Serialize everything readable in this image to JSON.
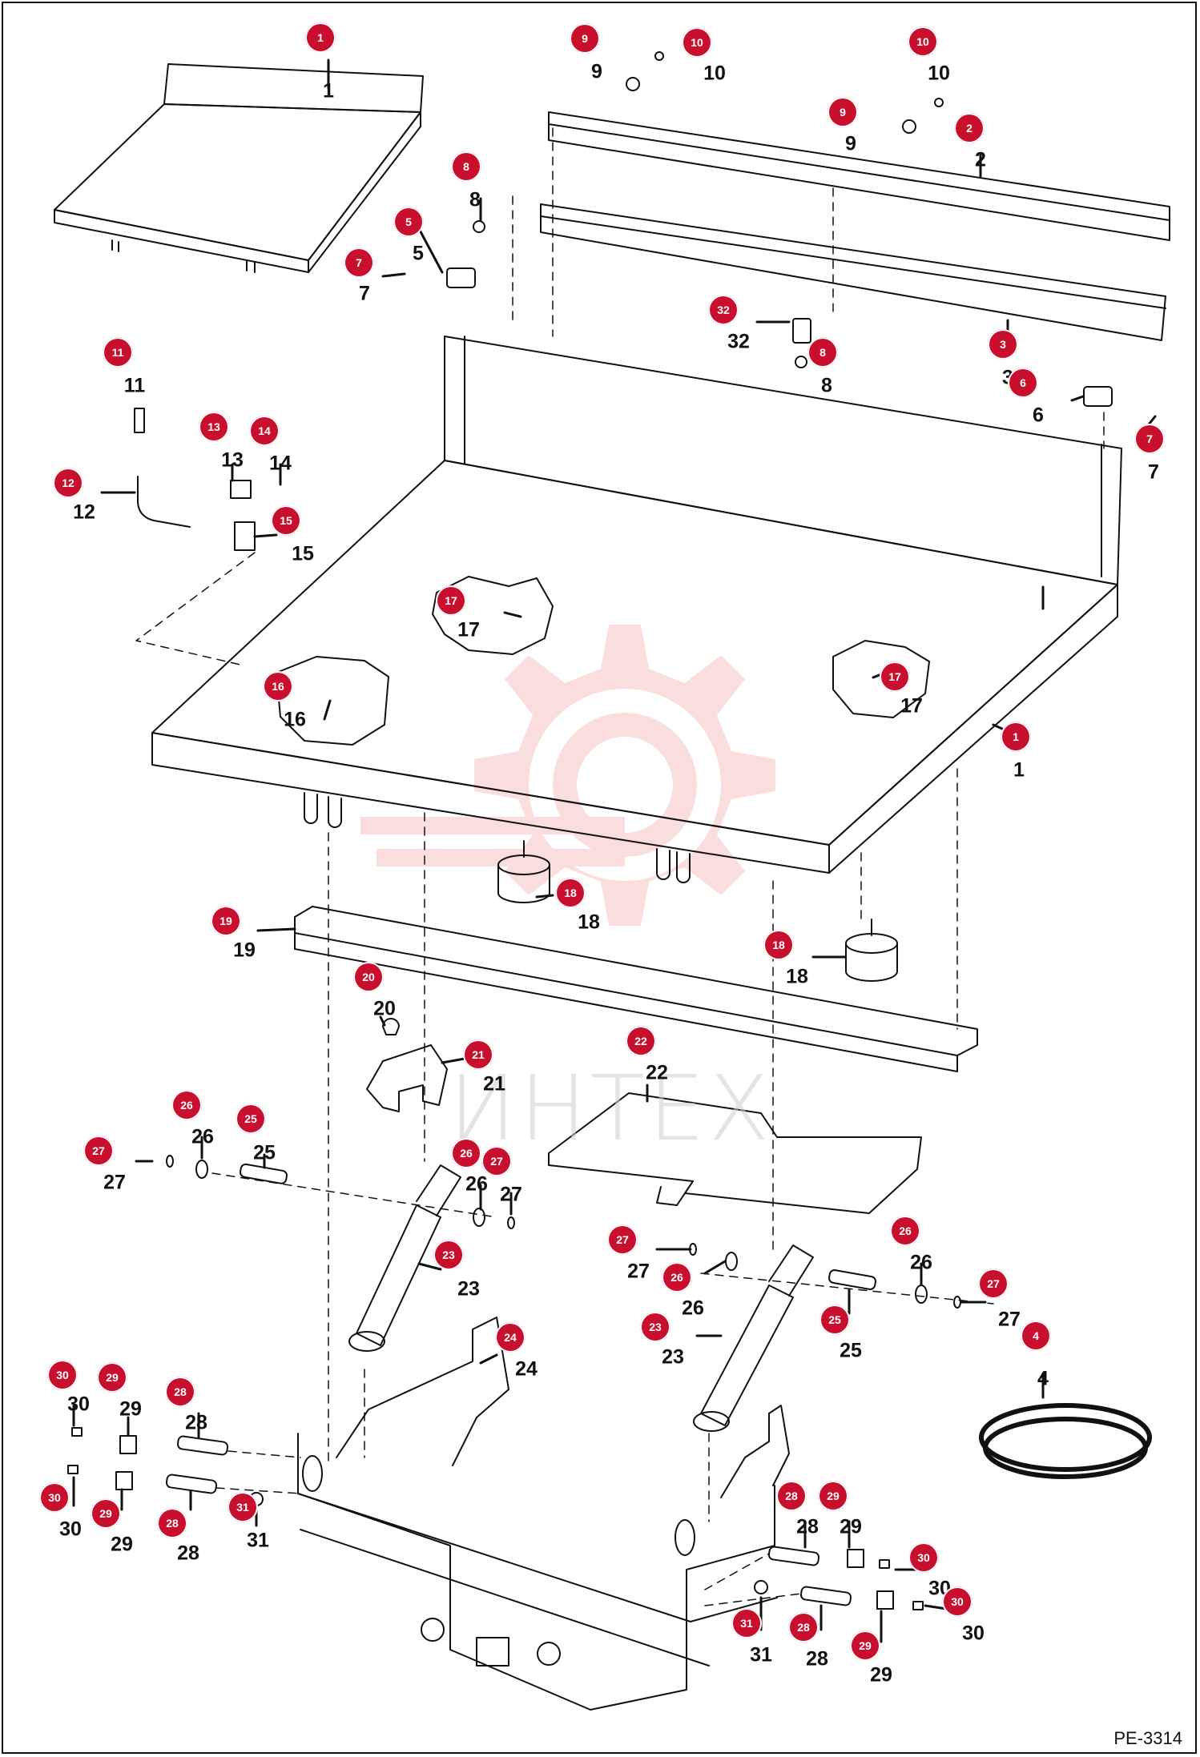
{
  "reference_code": "PE-3314",
  "watermark_text": "ИНТЕХ",
  "colors": {
    "callout": "#c8102e",
    "line": "#111111",
    "watermark": "#f4a9a9"
  },
  "callouts": [
    {
      "id": "c1a",
      "label": "1"
    },
    {
      "id": "c1b",
      "label": "1"
    },
    {
      "id": "c2",
      "label": "2"
    },
    {
      "id": "c3",
      "label": "3"
    },
    {
      "id": "c4",
      "label": "4"
    },
    {
      "id": "c5",
      "label": "5"
    },
    {
      "id": "c6",
      "label": "6"
    },
    {
      "id": "c7a",
      "label": "7"
    },
    {
      "id": "c7b",
      "label": "7"
    },
    {
      "id": "c8a",
      "label": "8"
    },
    {
      "id": "c8b",
      "label": "8"
    },
    {
      "id": "c9a",
      "label": "9"
    },
    {
      "id": "c9b",
      "label": "9"
    },
    {
      "id": "c10a",
      "label": "10"
    },
    {
      "id": "c10b",
      "label": "10"
    },
    {
      "id": "c11",
      "label": "11"
    },
    {
      "id": "c12",
      "label": "12"
    },
    {
      "id": "c13",
      "label": "13"
    },
    {
      "id": "c14",
      "label": "14"
    },
    {
      "id": "c15",
      "label": "15"
    },
    {
      "id": "c16",
      "label": "16"
    },
    {
      "id": "c17a",
      "label": "17"
    },
    {
      "id": "c17b",
      "label": "17"
    },
    {
      "id": "c18a",
      "label": "18"
    },
    {
      "id": "c18b",
      "label": "18"
    },
    {
      "id": "c19",
      "label": "19"
    },
    {
      "id": "c20",
      "label": "20"
    },
    {
      "id": "c21",
      "label": "21"
    },
    {
      "id": "c22",
      "label": "22"
    },
    {
      "id": "c23a",
      "label": "23"
    },
    {
      "id": "c23b",
      "label": "23"
    },
    {
      "id": "c24",
      "label": "24"
    },
    {
      "id": "c25a",
      "label": "25"
    },
    {
      "id": "c25b",
      "label": "25"
    },
    {
      "id": "c26a",
      "label": "26"
    },
    {
      "id": "c26b",
      "label": "26"
    },
    {
      "id": "c26c",
      "label": "26"
    },
    {
      "id": "c26d",
      "label": "26"
    },
    {
      "id": "c27a",
      "label": "27"
    },
    {
      "id": "c27b",
      "label": "27"
    },
    {
      "id": "c27c",
      "label": "27"
    },
    {
      "id": "c27d",
      "label": "27"
    },
    {
      "id": "c28a",
      "label": "28"
    },
    {
      "id": "c28b",
      "label": "28"
    },
    {
      "id": "c28c",
      "label": "28"
    },
    {
      "id": "c28d",
      "label": "28"
    },
    {
      "id": "c29a",
      "label": "29"
    },
    {
      "id": "c29b",
      "label": "29"
    },
    {
      "id": "c29c",
      "label": "29"
    },
    {
      "id": "c29d",
      "label": "29"
    },
    {
      "id": "c30a",
      "label": "30"
    },
    {
      "id": "c30b",
      "label": "30"
    },
    {
      "id": "c30c",
      "label": "30"
    },
    {
      "id": "c30d",
      "label": "30"
    },
    {
      "id": "c31a",
      "label": "31"
    },
    {
      "id": "c31b",
      "label": "31"
    },
    {
      "id": "c32",
      "label": "32"
    }
  ]
}
